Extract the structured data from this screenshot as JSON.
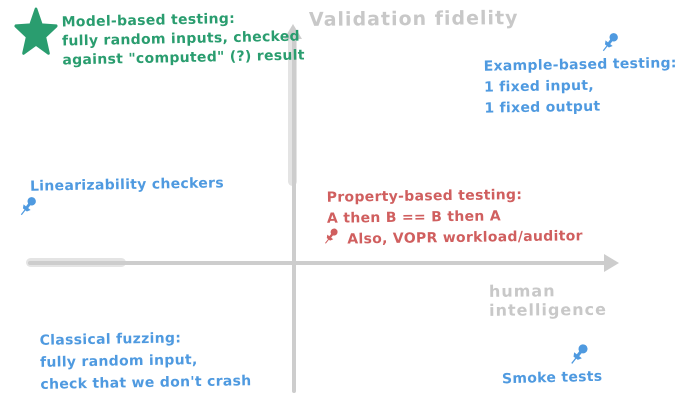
{
  "colors": {
    "green": "#2a9d6f",
    "blue": "#4f9ae0",
    "red": "#d05f5f",
    "axis": "#cdcdcd",
    "axis_label": "#c8c8c8"
  },
  "axes": {
    "y_label": "Validation fidelity",
    "x_label": "human intelligence"
  },
  "icons": {
    "star": "star-icon",
    "pushpin": "pushpin-icon"
  },
  "notes": {
    "model_based": {
      "lines": [
        "Model-based testing:",
        "fully random inputs, checked",
        "against \"computed\" (?) result"
      ]
    },
    "example_based": {
      "lines": [
        "Example-based testing:",
        "1 fixed input,",
        "1 fixed output"
      ]
    },
    "linearizability": {
      "lines": [
        "Linearizability checkers"
      ]
    },
    "property_based": {
      "lines": [
        "Property-based testing:",
        "A then B == B then A",
        "Also, VOPR workload/auditor"
      ]
    },
    "classical_fuzzing": {
      "lines": [
        "Classical fuzzing:",
        "fully random input,",
        "check that we don't crash"
      ]
    },
    "smoke_tests": {
      "lines": [
        "Smoke tests"
      ]
    }
  }
}
